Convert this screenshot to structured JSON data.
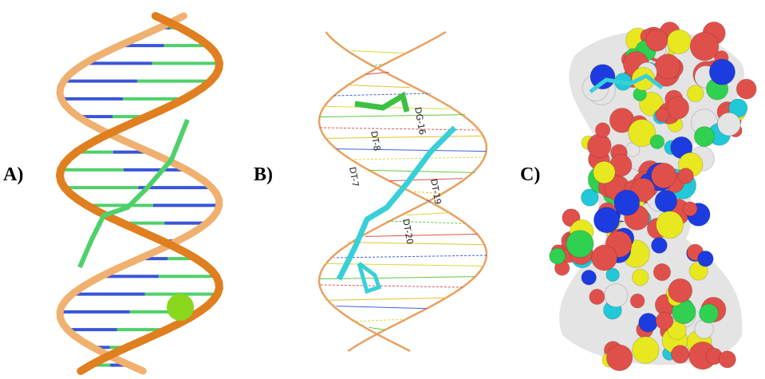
{
  "panels": [
    {
      "label": "A)"
    },
    {
      "label": "B)"
    },
    {
      "label": "C)"
    }
  ],
  "residue_labels": [
    "DG-16",
    "DT-8",
    "DT-7",
    "DT-19",
    "DT-20"
  ],
  "colors": {
    "backbone": "#e07f1f",
    "base_green": "#4fd06a",
    "base_blue": "#3a55d8",
    "ligand_cyan": "#38d0d8",
    "ion": "#8ad81e",
    "surface_red": "#e0504a",
    "surface_white": "#e4e4e4",
    "surface_cyan": "#20c8d8",
    "surface_green": "#30d050",
    "surface_yellow": "#e8e820",
    "surface_blue": "#1c3ce0"
  }
}
